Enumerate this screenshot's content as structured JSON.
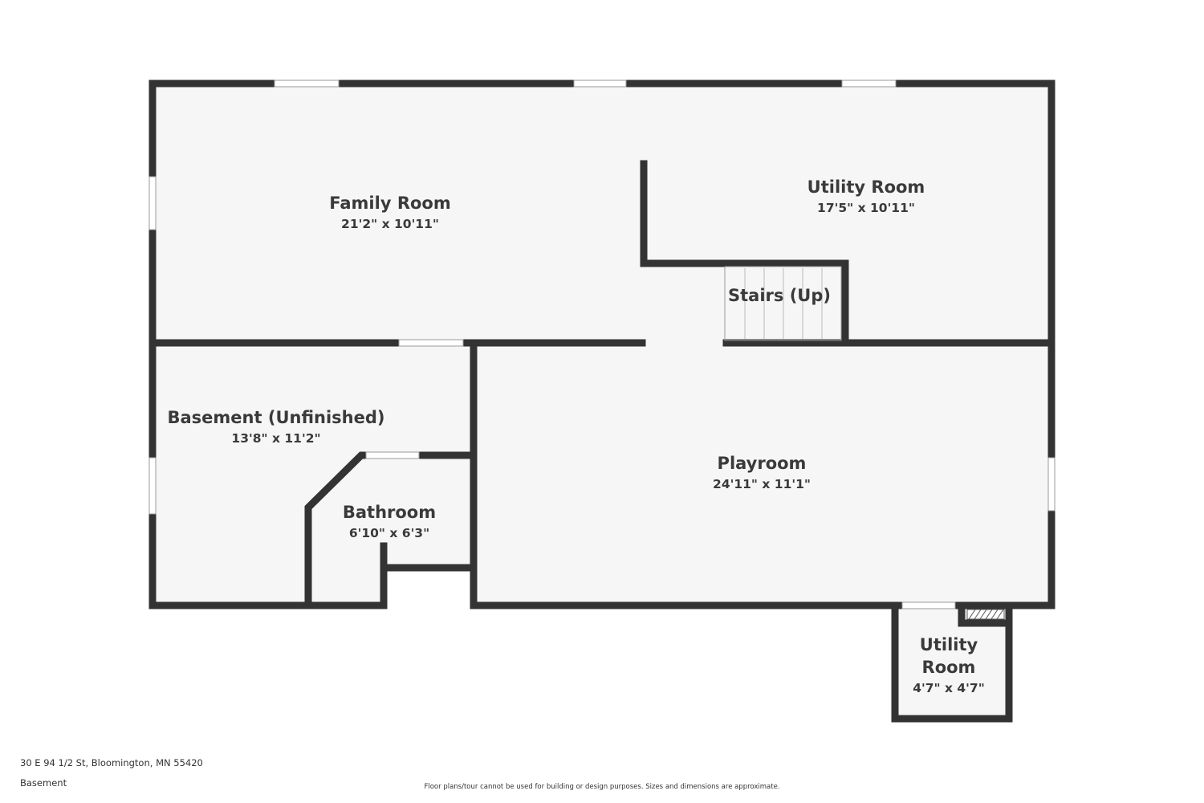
{
  "plan": {
    "rooms": [
      {
        "id": "family-room",
        "name": "Family Room",
        "dims": "21'2\" x 10'11\""
      },
      {
        "id": "utility-room-main",
        "name": "Utility Room",
        "dims": "17'5\" x 10'11\""
      },
      {
        "id": "stairs",
        "name": "Stairs (Up)",
        "dims": ""
      },
      {
        "id": "basement",
        "name": "Basement (Unfinished)",
        "dims": "13'8\" x 11'2\""
      },
      {
        "id": "bathroom",
        "name": "Bathroom",
        "dims": "6'10\" x 6'3\""
      },
      {
        "id": "playroom",
        "name": "Playroom",
        "dims": "24'11\" x 11'1\""
      },
      {
        "id": "utility-room-small",
        "name_line1": "Utility",
        "name_line2": "Room",
        "dims": "4'7\" x 4'7\""
      }
    ],
    "colors": {
      "wall": "#333333",
      "floor": "#f6f6f6",
      "window": "#ffffff"
    }
  },
  "footer": {
    "address": "30 E 94 1/2 St, Bloomington, MN 55420",
    "level": "Basement",
    "disclaimer": "Floor plans/tour cannot be used for building or design purposes. Sizes and dimensions are approximate."
  }
}
